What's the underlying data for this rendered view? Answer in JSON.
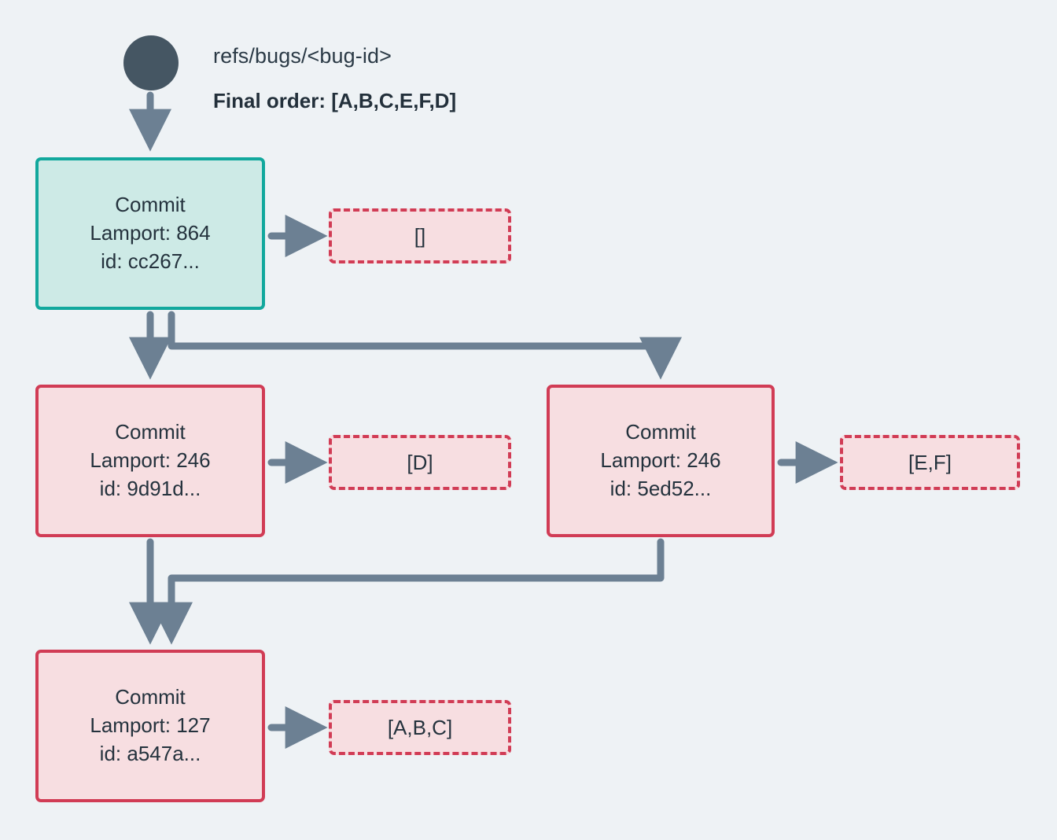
{
  "diagram": {
    "background_color": "#eef2f5",
    "header": {
      "ref_label": "refs/bugs/<bug-id>",
      "final_order_label": "Final order: [A,B,C,E,F,D]"
    },
    "root": {
      "name": "root-node",
      "color": "#455663"
    },
    "colors": {
      "teal_border": "#12a89d",
      "teal_fill": "#cdeae6",
      "pink_border": "#d13c55",
      "pink_fill": "#f7dee1",
      "edge": "#6c8093",
      "text": "#24323d"
    },
    "nodes": [
      {
        "id": "cc267",
        "style": "teal",
        "title": "Commit",
        "lamport": "Lamport: 864",
        "hash": "id: cc267...",
        "operations": "[]"
      },
      {
        "id": "9d91d",
        "style": "pink",
        "title": "Commit",
        "lamport": "Lamport: 246",
        "hash": "id: 9d91d...",
        "operations": "[D]"
      },
      {
        "id": "5ed52",
        "style": "pink",
        "title": "Commit",
        "lamport": "Lamport: 246",
        "hash": "id: 5ed52...",
        "operations": "[E,F]"
      },
      {
        "id": "a547a",
        "style": "pink",
        "title": "Commit",
        "lamport": "Lamport: 127",
        "hash": "id: a547a...",
        "operations": "[A,B,C]"
      }
    ],
    "edges": [
      {
        "from": "root",
        "to": "cc267"
      },
      {
        "from": "cc267",
        "to": "ops-empty"
      },
      {
        "from": "cc267",
        "to": "9d91d"
      },
      {
        "from": "cc267",
        "to": "5ed52"
      },
      {
        "from": "9d91d",
        "to": "ops-d"
      },
      {
        "from": "5ed52",
        "to": "ops-ef"
      },
      {
        "from": "9d91d",
        "to": "a547a"
      },
      {
        "from": "5ed52",
        "to": "a547a"
      },
      {
        "from": "a547a",
        "to": "ops-abc"
      }
    ]
  }
}
